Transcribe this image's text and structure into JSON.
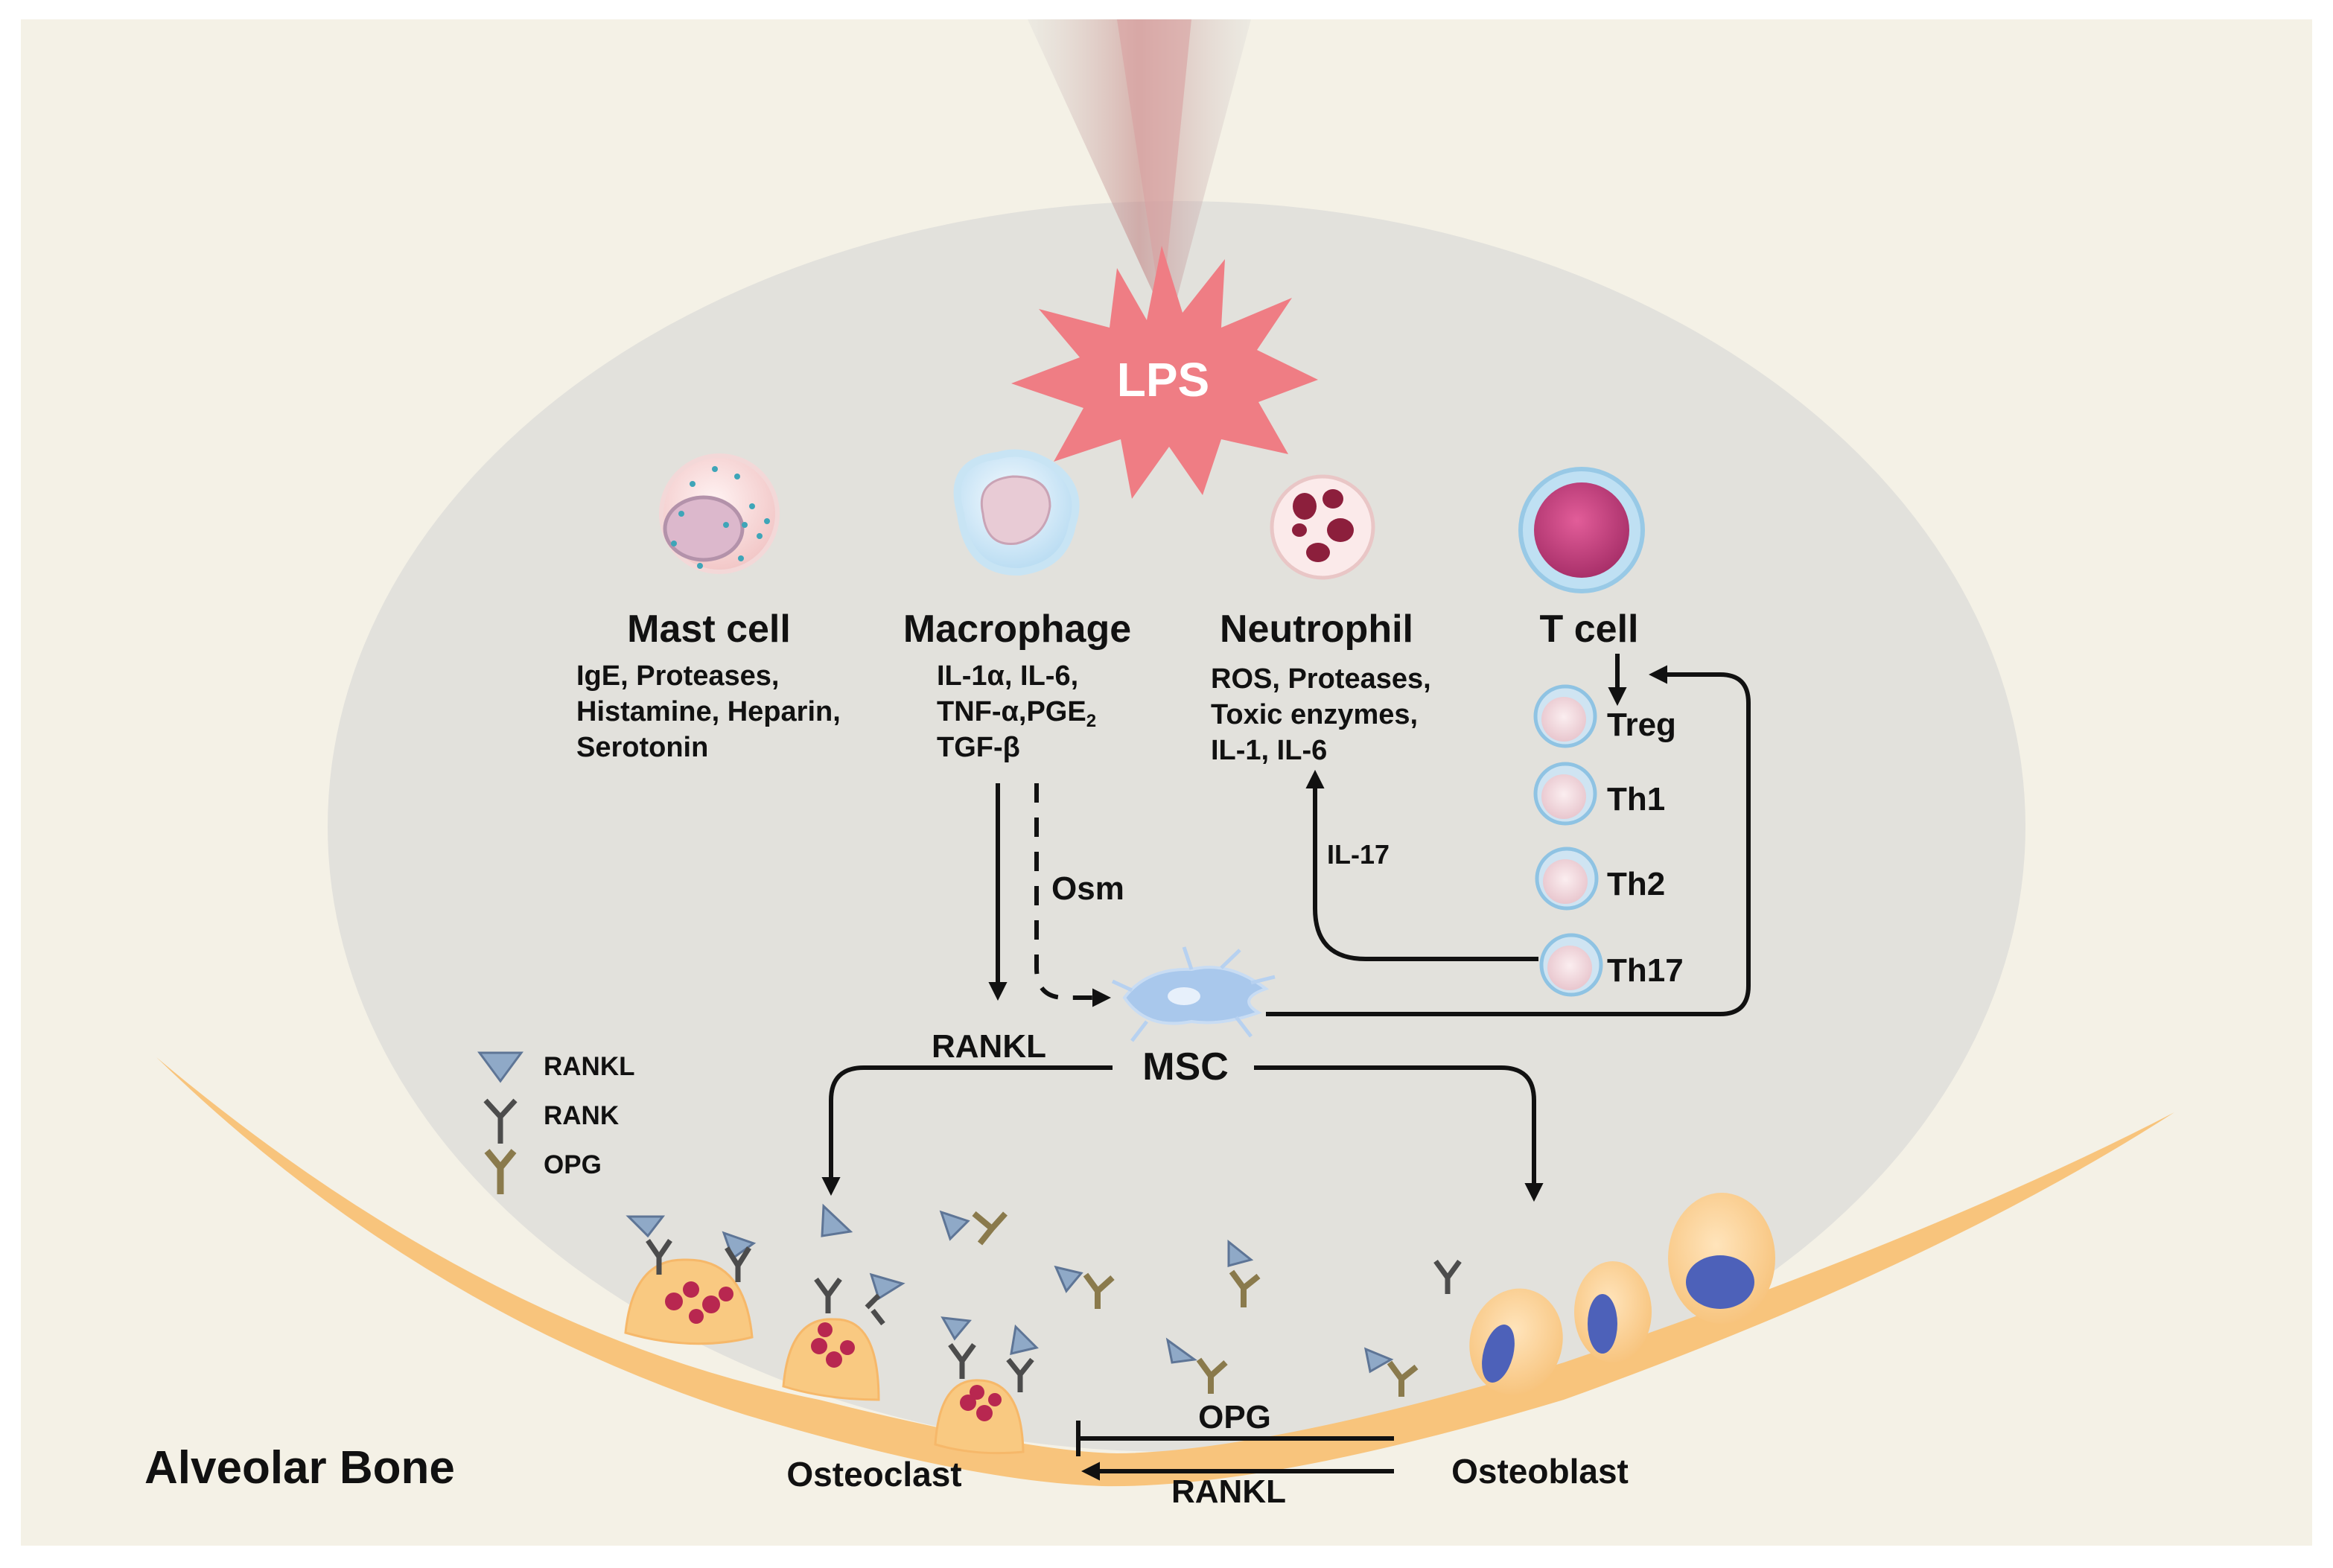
{
  "stimulus": "LPS",
  "cells": {
    "mast": {
      "name": "Mast cell",
      "lines": [
        "IgE, Proteases,",
        "Histamine, Heparin,",
        "Serotonin"
      ]
    },
    "macrophage": {
      "name": "Macrophage",
      "lines": [
        "IL-1α, IL-6,",
        "TNF-α,PGE",
        "TGF-β"
      ],
      "subscript": "2"
    },
    "neutrophil": {
      "name": "Neutrophil",
      "lines": [
        "ROS, Proteases,",
        "Toxic enzymes,",
        "IL-1, IL-6"
      ]
    },
    "tcell": {
      "name": "T cell",
      "subsets": [
        "Treg",
        "Th1",
        "Th2",
        "Th17"
      ]
    }
  },
  "arrows": {
    "osm": "Osm",
    "il17": "IL-17",
    "rankl_top": "RANKL",
    "opg_bottom": "OPG",
    "rankl_bottom": "RANKL"
  },
  "msc_label": "MSC",
  "legend": [
    {
      "symbol": "triangle-icon",
      "label": "RANKL"
    },
    {
      "symbol": "y-receptor-icon",
      "label": "RANK"
    },
    {
      "symbol": "y-decoy-icon",
      "label": "OPG"
    }
  ],
  "bone": {
    "label": "Alveolar Bone",
    "osteoclast": "Osteoclast",
    "osteoblast": "Osteoblast"
  },
  "colors": {
    "background": "#f4f1e6",
    "oval": "#e2e1dc",
    "bone": "#f8c47c",
    "lps": "#ef7d84",
    "rankl": "#8fa9c7",
    "rank": "#4c4c4c",
    "opg": "#8a7a4c",
    "osteoclast": "#f9c981",
    "osteoblast_nucleus": "#4d61b9",
    "tcell": "#c2457e"
  }
}
